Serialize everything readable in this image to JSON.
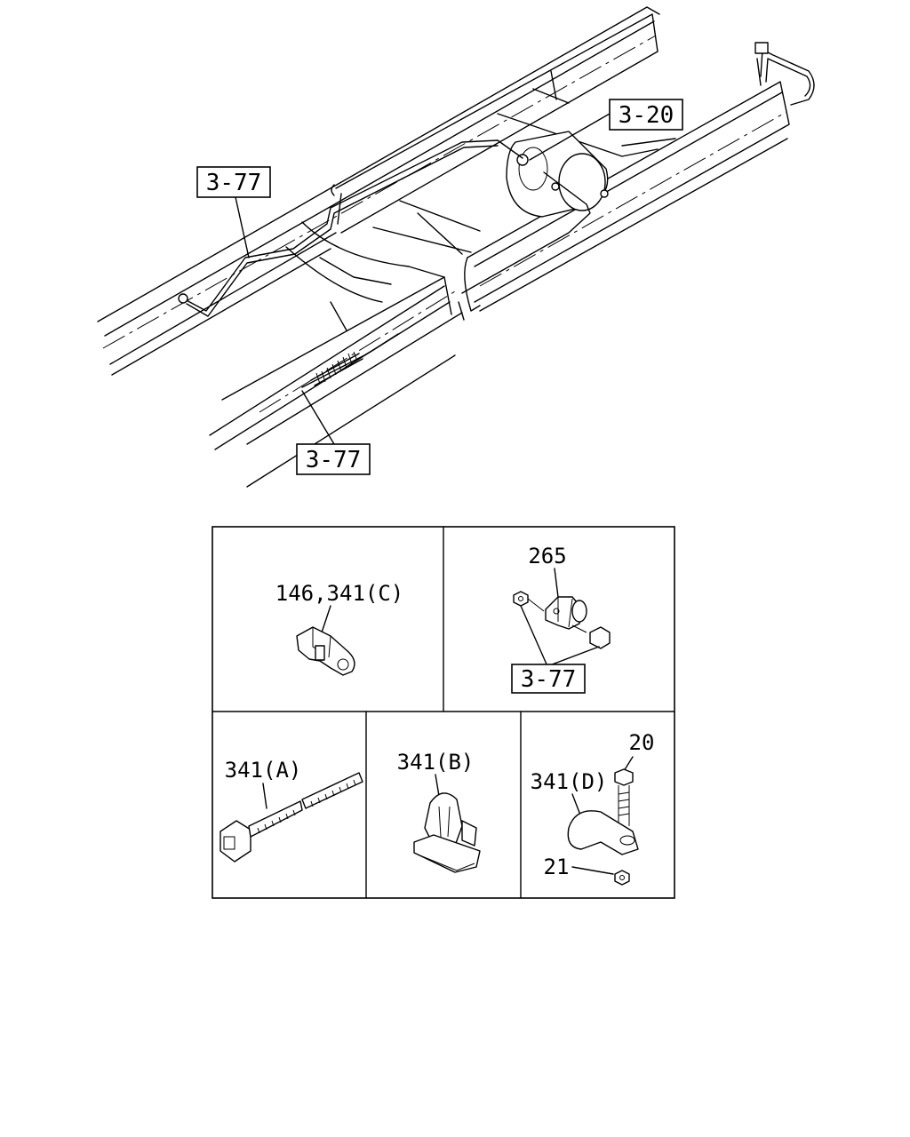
{
  "main_view": {
    "callout_frame_left": "3-77",
    "callout_tank": "3-20",
    "callout_frame_bottom": "3-77"
  },
  "detail_panels": {
    "clip_c": "146,341(C)",
    "bracket": "265",
    "bracket_ref": "3-77",
    "tie_a": "341(A)",
    "clip_b": "341(B)",
    "clamp_d": "341(D)",
    "bolt": "20",
    "nut": "21"
  }
}
